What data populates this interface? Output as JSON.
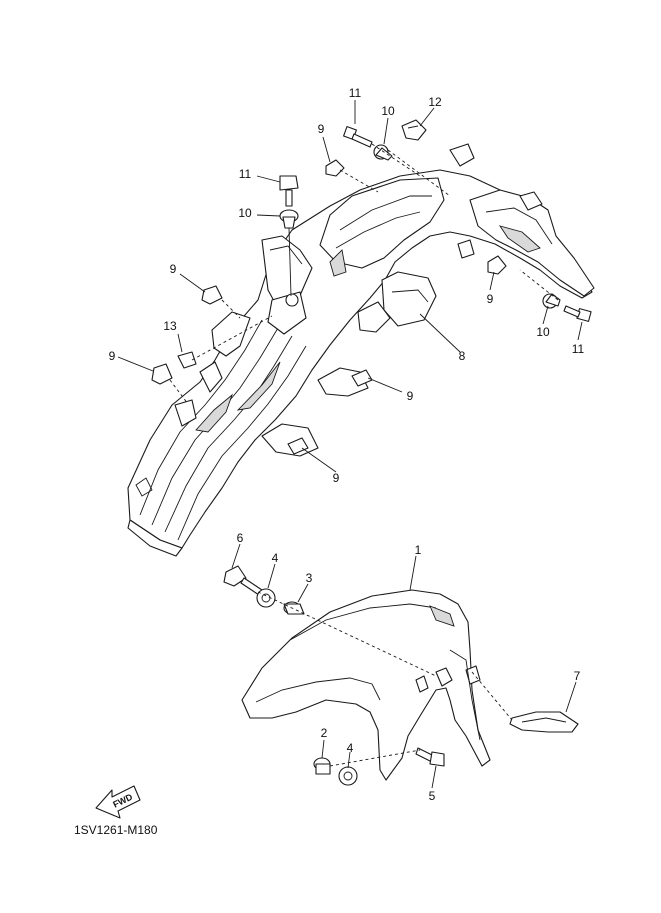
{
  "diagram": {
    "callouts": [
      {
        "id": "c11a",
        "text": "11"
      },
      {
        "id": "c10a",
        "text": "10"
      },
      {
        "id": "c12",
        "text": "12"
      },
      {
        "id": "c9a",
        "text": "9"
      },
      {
        "id": "c11b",
        "text": "11"
      },
      {
        "id": "c10b",
        "text": "10"
      },
      {
        "id": "c9b",
        "text": "9"
      },
      {
        "id": "c13",
        "text": "13"
      },
      {
        "id": "c9c",
        "text": "9"
      },
      {
        "id": "c9d",
        "text": "9"
      },
      {
        "id": "c10c",
        "text": "10"
      },
      {
        "id": "c11c",
        "text": "11"
      },
      {
        "id": "c8",
        "text": "8"
      },
      {
        "id": "c9e",
        "text": "9"
      },
      {
        "id": "c9f",
        "text": "9"
      },
      {
        "id": "c6",
        "text": "6"
      },
      {
        "id": "c4a",
        "text": "4"
      },
      {
        "id": "c3",
        "text": "3"
      },
      {
        "id": "c1",
        "text": "1"
      },
      {
        "id": "c7",
        "text": "7"
      },
      {
        "id": "c2",
        "text": "2"
      },
      {
        "id": "c4b",
        "text": "4"
      },
      {
        "id": "c5",
        "text": "5"
      }
    ],
    "fwd_label": "FWD",
    "drawing_code": "1SV1261-M180",
    "icons": [
      "forward-arrow-icon"
    ]
  }
}
